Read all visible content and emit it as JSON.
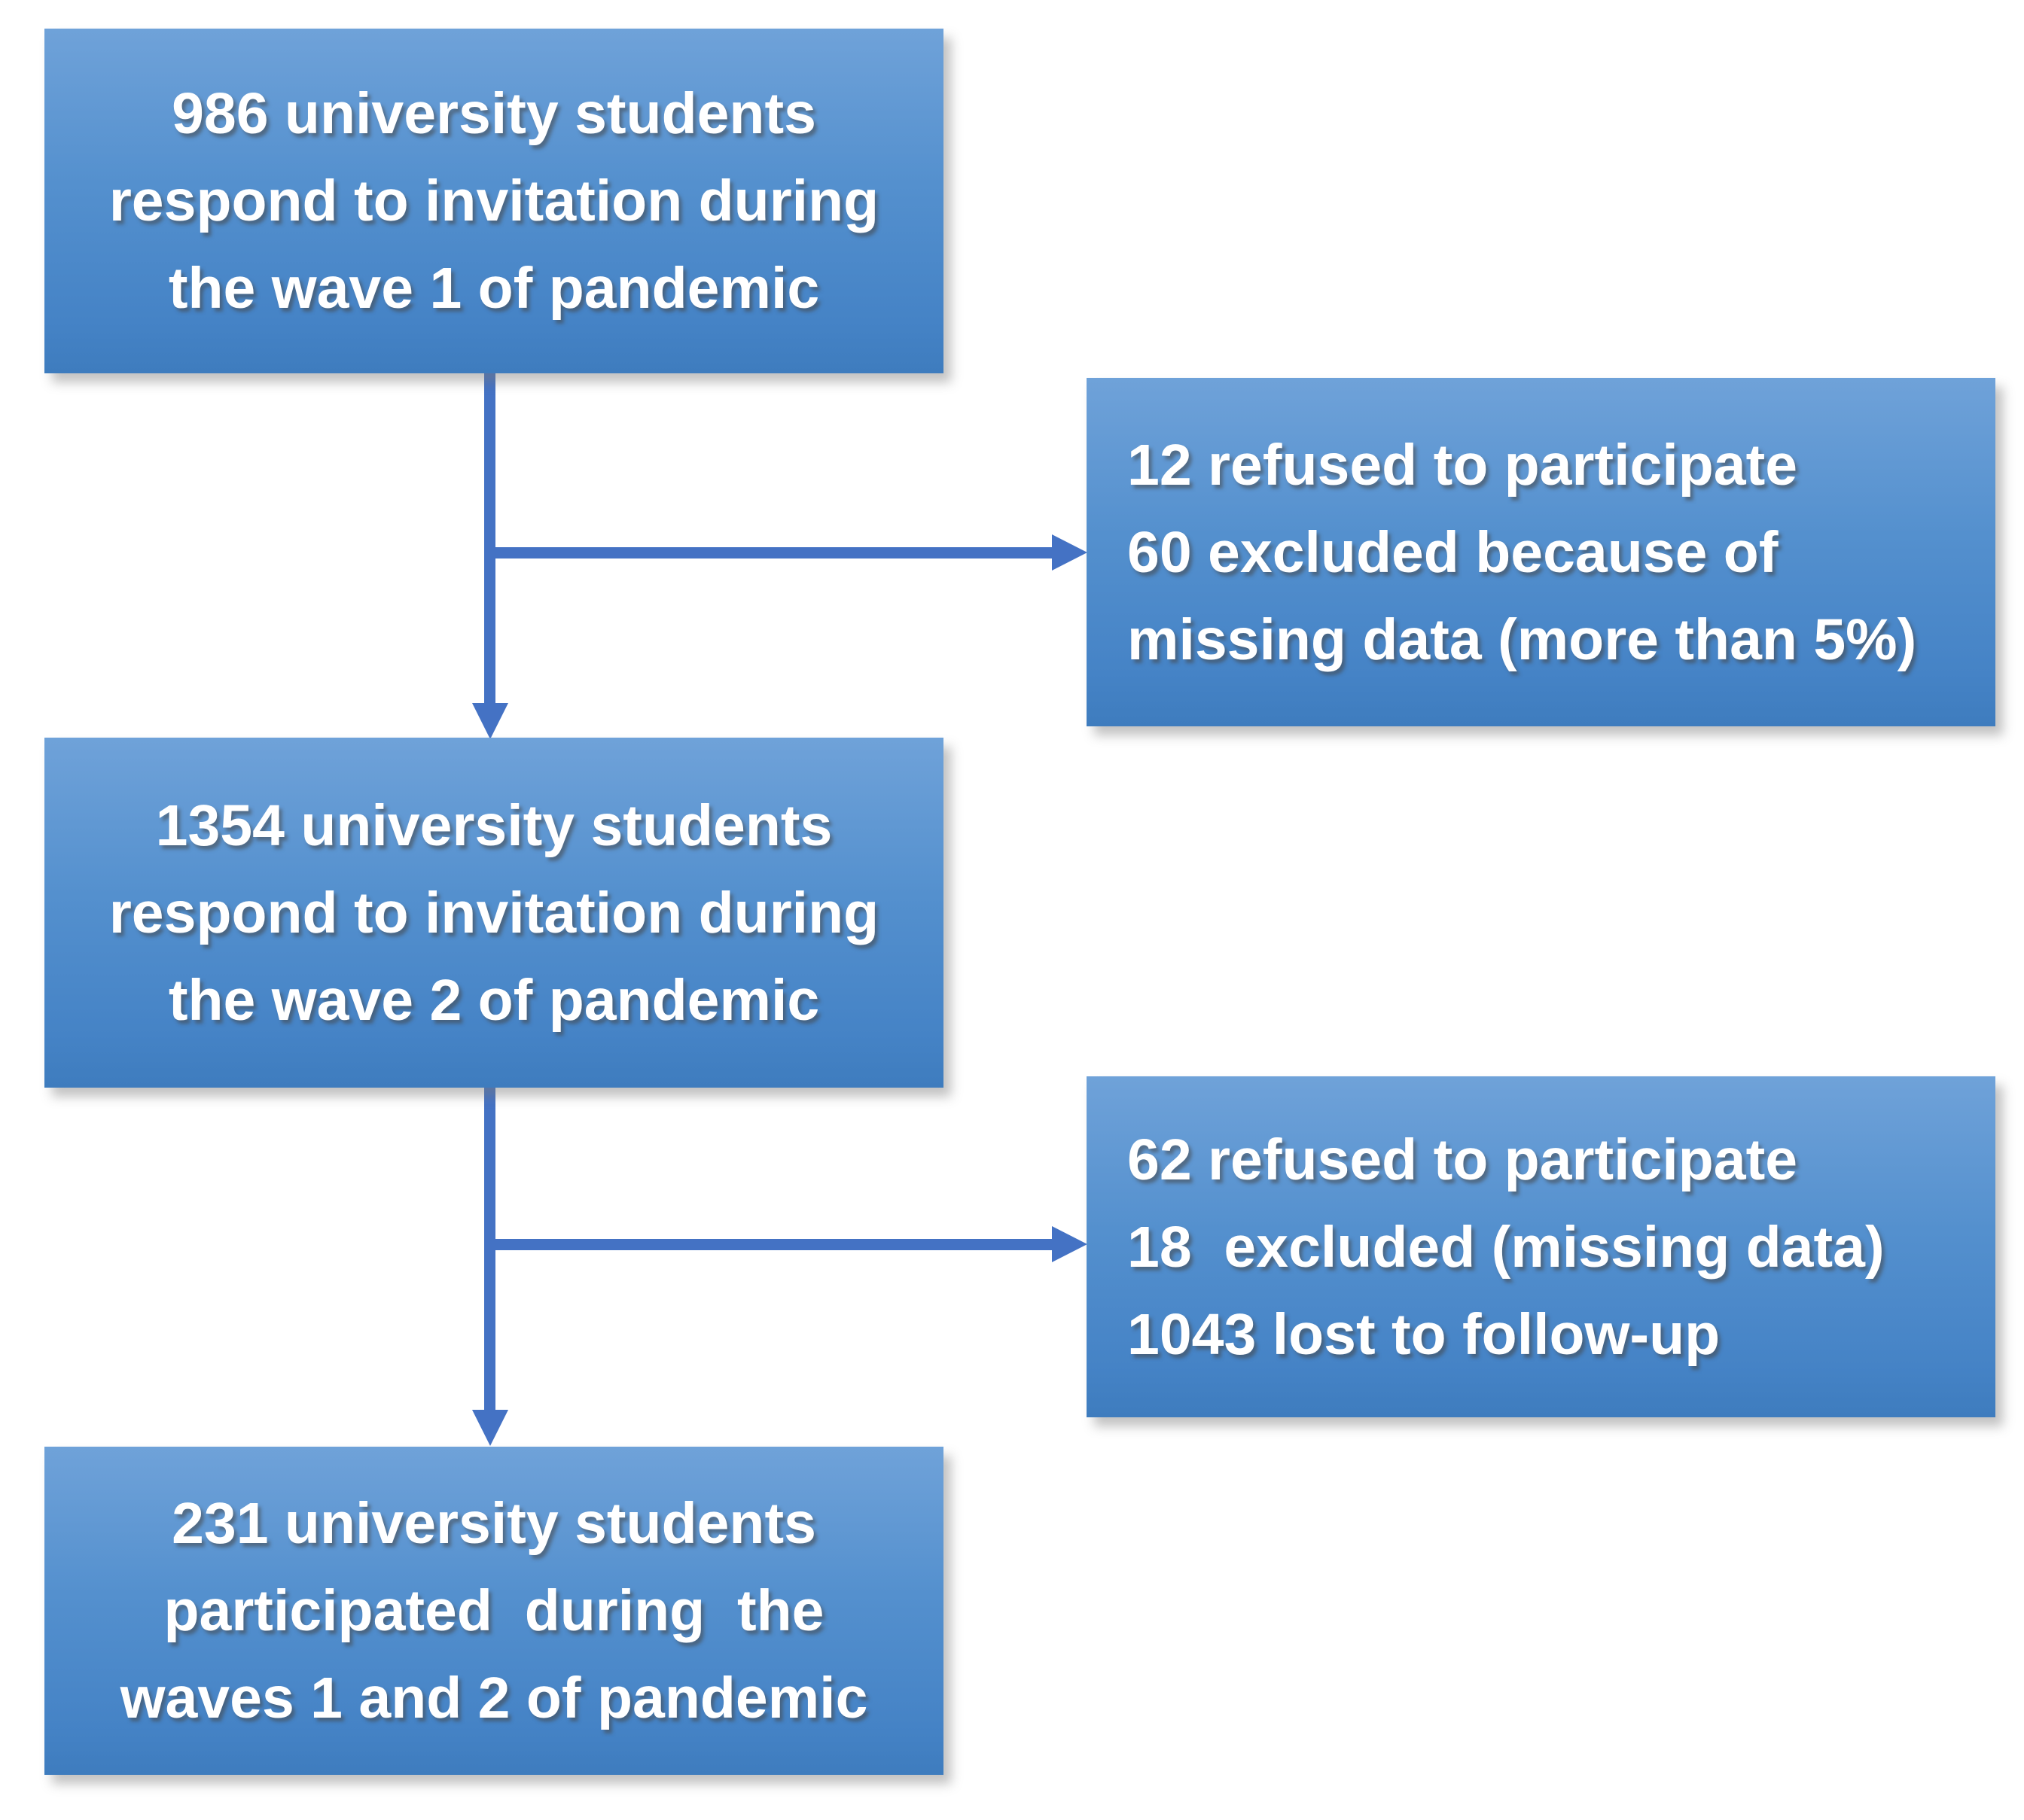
{
  "colors": {
    "page_background": "#FFFFFF",
    "box_fill_top": "#6FA2D9",
    "box_fill_bottom": "#4583C6",
    "arrow": "#4472C4",
    "text": "#FFFFFF"
  },
  "flowchart": {
    "boxes": [
      {
        "id": "wave1-respondents",
        "align": "center",
        "lines": [
          "986 university students",
          "respond to invitation during",
          "the wave 1 of pandemic"
        ]
      },
      {
        "id": "wave1-exclusions",
        "align": "left",
        "lines": [
          "12 refused to participate",
          "60 excluded because of",
          "missing data (more than 5%)"
        ]
      },
      {
        "id": "wave2-respondents",
        "align": "center",
        "lines": [
          "1354 university students",
          "respond to invitation during",
          "the wave 2 of pandemic"
        ]
      },
      {
        "id": "wave2-exclusions",
        "align": "left",
        "lines": [
          "62 refused to participate",
          "18  excluded (missing data)",
          "1043 lost to follow-up"
        ]
      },
      {
        "id": "both-waves-participants",
        "align": "center",
        "lines": [
          "231 university students",
          "participated  during  the",
          "waves 1 and 2 of pandemic"
        ]
      }
    ],
    "connectors": [
      {
        "from": "wave1-respondents",
        "to": "wave2-respondents",
        "direction": "down"
      },
      {
        "from": "wave1-respondents",
        "to": "wave1-exclusions",
        "direction": "right"
      },
      {
        "from": "wave2-respondents",
        "to": "both-waves-participants",
        "direction": "down"
      },
      {
        "from": "wave2-respondents",
        "to": "wave2-exclusions",
        "direction": "right"
      }
    ]
  }
}
